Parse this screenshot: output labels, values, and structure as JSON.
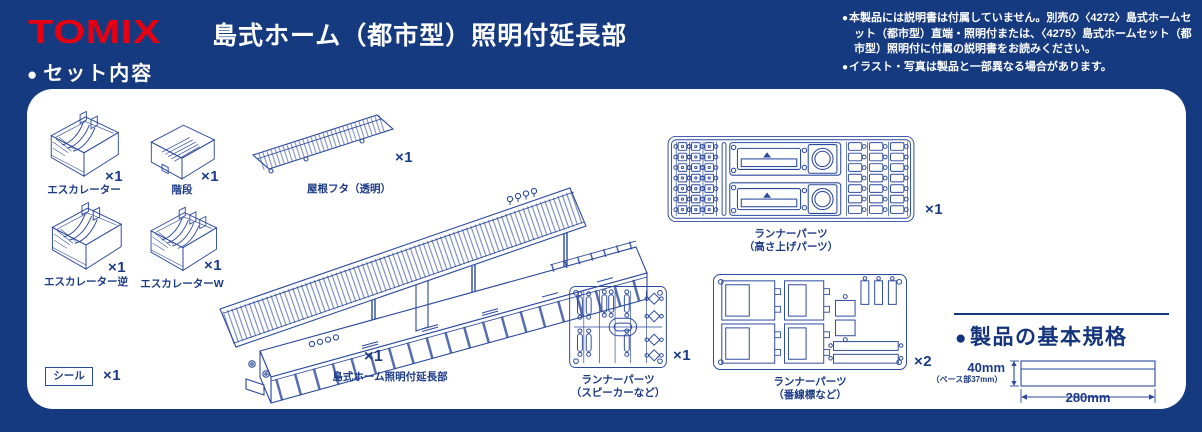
{
  "glyphs": {
    "bullet": "●"
  },
  "colors": {
    "background": "#163a80",
    "panel": "#ffffff",
    "line_art": "#2b499e",
    "logo_red": "#e60012"
  },
  "header": {
    "logo": "TOMIX",
    "title": "島式ホーム（都市型）照明付延長部",
    "section_title": "セット内容",
    "notes": [
      "本製品には説明書は付属していません。別売の〈4272〉島式ホームセット（都市型）直端・照明付または、〈4275〉島式ホームセット（都市型）照明付に付属の説明書をお読みください。",
      "イラスト・写真は製品と一部異なる場合があります。"
    ]
  },
  "parts": {
    "escalator": {
      "label": "エスカレーター",
      "qty": "×1"
    },
    "stairs": {
      "label": "階段",
      "qty": "×1"
    },
    "escalator_reverse": {
      "label": "エスカレーター逆",
      "qty": "×1"
    },
    "escalator_w": {
      "label": "エスカレーターW",
      "qty": "×1"
    },
    "roof_cover": {
      "label": "屋根フタ（透明）",
      "qty": "×1"
    },
    "platform": {
      "label": "島式ホーム照明付延長部",
      "qty": "×1"
    },
    "runner_height": {
      "label": "ランナーパーツ",
      "sub": "（高さ上げパーツ）",
      "qty": "×1"
    },
    "runner_speaker": {
      "label": "ランナーパーツ",
      "sub": "（スピーカーなど）",
      "qty": "×1"
    },
    "runner_sign": {
      "label": "ランナーパーツ",
      "sub": "（番線標など）",
      "qty": "×2"
    },
    "seal": {
      "label": "シール",
      "qty": "×1"
    }
  },
  "specs": {
    "title": "製品の基本規格",
    "height": "40mm",
    "height_note": "（ベース部37mm）",
    "length": "280mm"
  }
}
